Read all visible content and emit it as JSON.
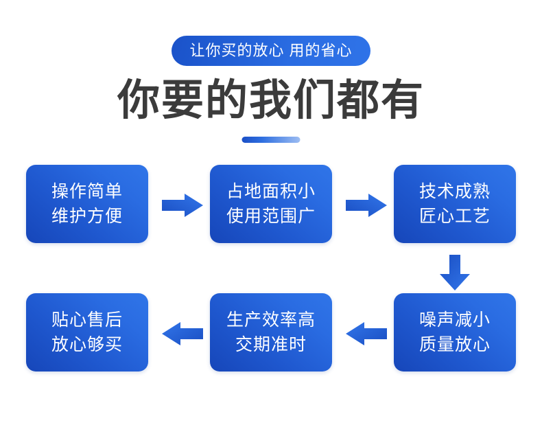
{
  "header": {
    "badge_text": "让你买的放心 用的省心",
    "title": "你要的我们都有",
    "accent_color": "#2a6ce2",
    "title_color": "#3b3b3b"
  },
  "flow": {
    "cards": [
      {
        "id": "c1",
        "line1": "操作简单",
        "line2": "维护方便"
      },
      {
        "id": "c2",
        "line1": "占地面积小",
        "line2": "使用范围广"
      },
      {
        "id": "c3",
        "line1": "技术成熟",
        "line2": "匠心工艺"
      },
      {
        "id": "c4",
        "line1": "噪声减小",
        "line2": "质量放心"
      },
      {
        "id": "c5",
        "line1": "生产效率高",
        "line2": "交期准时"
      },
      {
        "id": "c6",
        "line1": "贴心售后",
        "line2": "放心够买"
      }
    ],
    "arrows": [
      {
        "id": "a1",
        "direction": "right"
      },
      {
        "id": "a2",
        "direction": "right"
      },
      {
        "id": "a3",
        "direction": "down"
      },
      {
        "id": "a4",
        "direction": "left"
      },
      {
        "id": "a5",
        "direction": "left"
      }
    ],
    "card_gradient_from": "#1646b9",
    "card_gradient_to": "#3075e8",
    "arrow_color": "#2462d8"
  }
}
